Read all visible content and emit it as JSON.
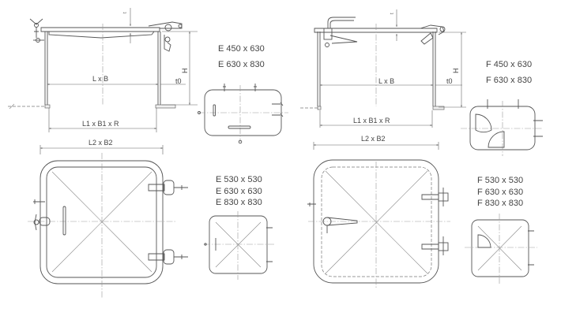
{
  "drawings": {
    "type_e": {
      "side_view": {
        "dim_opening": "L x B",
        "dim_coaming": "L1 x B1 x R",
        "dim_height": "H",
        "dim_thickness": "t0",
        "dim_plate": "t"
      },
      "front_view": {
        "dim_overall": "L2 x B2"
      },
      "models_rect": [
        "E 450 x 630",
        "E 630 x 830"
      ],
      "models_square": [
        "E 530 x 530",
        "E 630 x 630",
        "E 830 x 830"
      ]
    },
    "type_f": {
      "side_view": {
        "dim_opening": "L x B",
        "dim_coaming": "L1 x B1 x R",
        "dim_height": "H",
        "dim_thickness": "t0",
        "dim_plate": "t"
      },
      "front_view": {
        "dim_overall": "L2 x B2"
      },
      "models_rect": [
        "F 450 x 630",
        "F 630 x 830"
      ],
      "models_square": [
        "F 530 x 530",
        "F 630 x 630",
        "F 830 x 830"
      ]
    }
  },
  "colors": {
    "line": "#555555",
    "text": "#444444",
    "background": "#ffffff"
  }
}
